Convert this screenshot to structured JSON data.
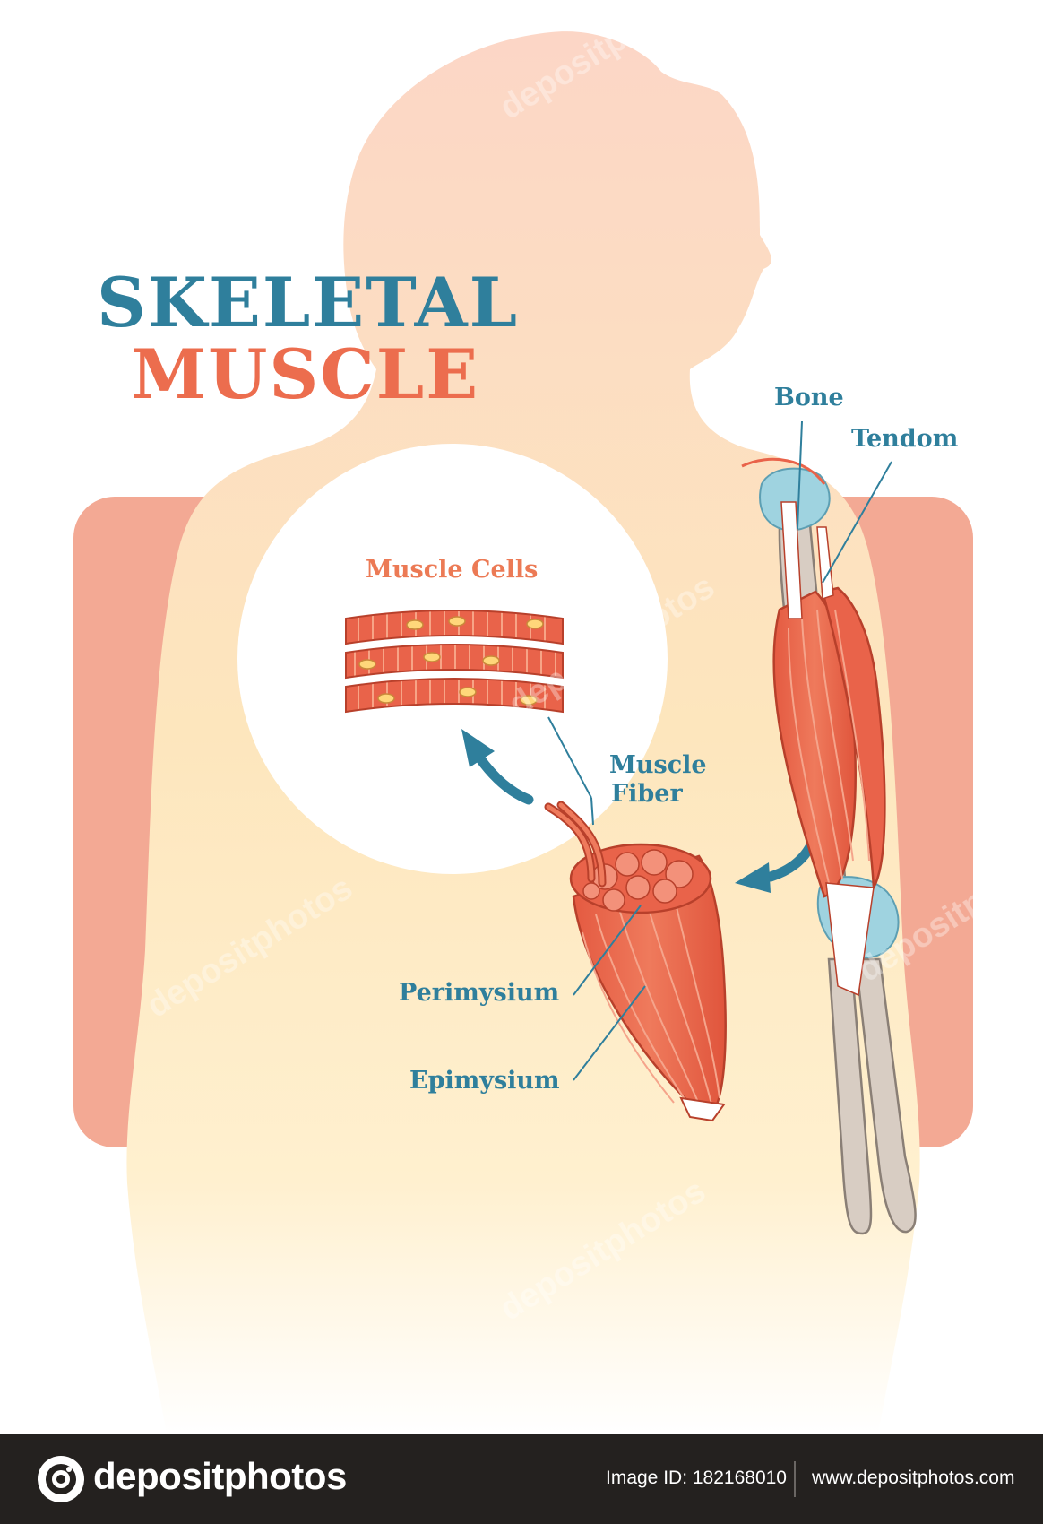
{
  "title": {
    "line1": "SKELETAL",
    "line2": "MUSCLE"
  },
  "labels": {
    "muscle_cells": "Muscle Cells",
    "bone": "Bone",
    "tendom": "Tendom",
    "muscle_fiber_line1": "Muscle",
    "muscle_fiber_line2": "Fiber",
    "perimysium": "Perimysium",
    "epimysium": "Epimysium"
  },
  "watermark": "depositphotos",
  "footer": {
    "brand": "depositphotos",
    "image_id": "Image ID: 182168010",
    "site": "www.depositphotos.com"
  },
  "colors": {
    "title_blue": "#2f7f9c",
    "title_orange": "#ec6d4e",
    "muscle": "#e9634a",
    "body_silhouette": "#fde2c2",
    "backdrop": "#f2a48e",
    "joint": "#9fd3e0",
    "bone": "#d8cdc3",
    "arrow": "#2f7f9c",
    "footer_bg": "#24211f"
  }
}
